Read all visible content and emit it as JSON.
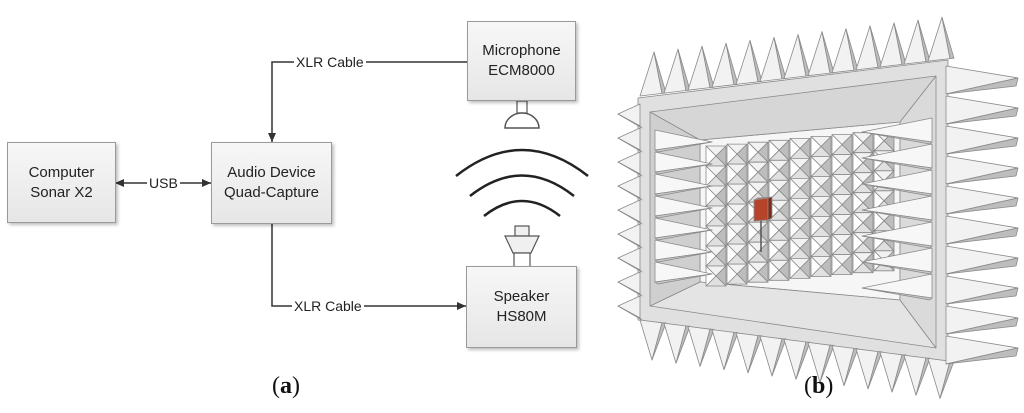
{
  "panel_a": {
    "computer": {
      "line1": "Computer",
      "line2": "Sonar X2"
    },
    "audio_device": {
      "line1": "Audio Device",
      "line2": "Quad-Capture"
    },
    "microphone": {
      "line1": "Microphone",
      "line2": "ECM8000"
    },
    "speaker": {
      "line1": "Speaker",
      "line2": "HS80M"
    },
    "usb_label": "USB",
    "xlr_top_label": "XLR Cable",
    "xlr_bottom_label": "XLR Cable",
    "caption": "a"
  },
  "panel_b": {
    "caption": "b",
    "colors": {
      "wedge_light": "#f2f2f2",
      "wedge_dark": "#bdbdbd",
      "frame": "#e0e0e0",
      "speaker": "#b5442a"
    }
  }
}
